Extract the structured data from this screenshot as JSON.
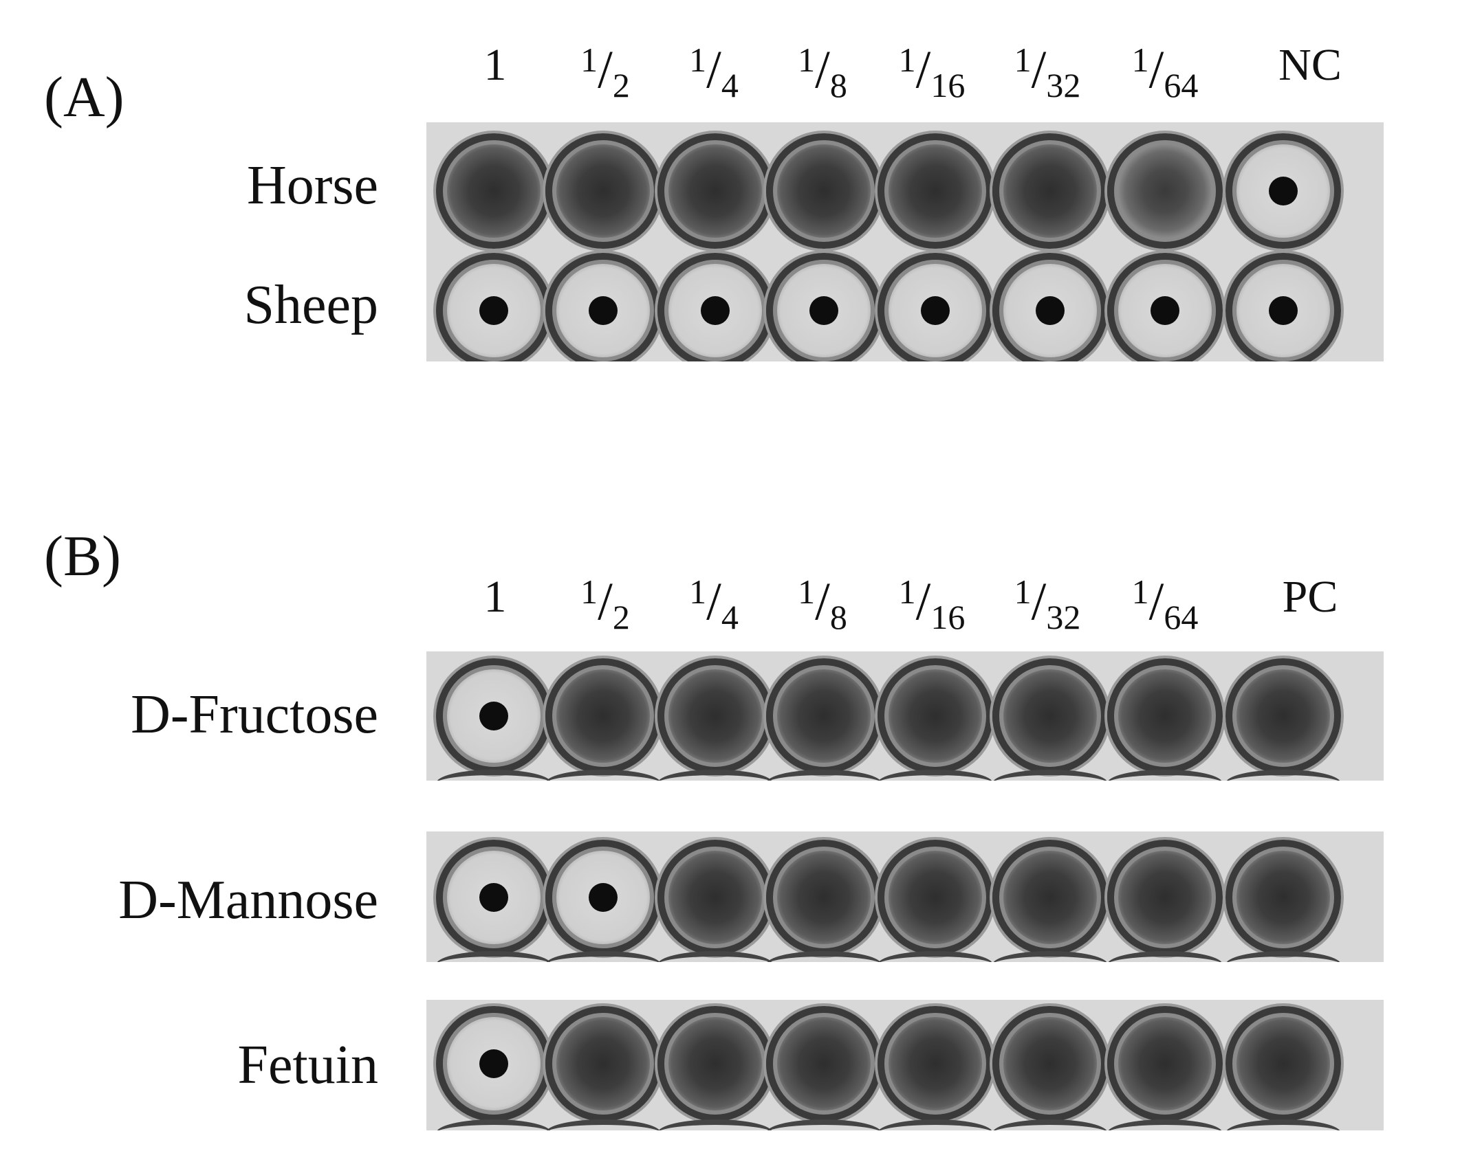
{
  "panel_a": {
    "label": "(A)",
    "columns": [
      {
        "whole": "1"
      },
      {
        "num": "1",
        "den": "2"
      },
      {
        "num": "1",
        "den": "4"
      },
      {
        "num": "1",
        "den": "8"
      },
      {
        "num": "1",
        "den": "16"
      },
      {
        "num": "1",
        "den": "32"
      },
      {
        "num": "1",
        "den": "64"
      },
      {
        "whole": "NC"
      }
    ],
    "rows": [
      {
        "label": "Horse",
        "wells": [
          "dark",
          "dark",
          "dark",
          "dark",
          "dark",
          "dark",
          "medium",
          "clear"
        ]
      },
      {
        "label": "Sheep",
        "wells": [
          "clear",
          "clear",
          "clear",
          "clear",
          "clear",
          "clear",
          "clear",
          "clear"
        ]
      }
    ]
  },
  "panel_b": {
    "label": "(B)",
    "columns": [
      {
        "whole": "1"
      },
      {
        "num": "1",
        "den": "2"
      },
      {
        "num": "1",
        "den": "4"
      },
      {
        "num": "1",
        "den": "8"
      },
      {
        "num": "1",
        "den": "16"
      },
      {
        "num": "1",
        "den": "32"
      },
      {
        "num": "1",
        "den": "64"
      },
      {
        "whole": "PC"
      }
    ],
    "rows": [
      {
        "label": "D-Fructose",
        "wells": [
          "clear",
          "dark",
          "dark",
          "dark",
          "dark",
          "dark",
          "dark",
          "dark"
        ]
      },
      {
        "label": "D-Mannose",
        "wells": [
          "clear",
          "clear",
          "dark",
          "dark",
          "dark",
          "dark",
          "dark",
          "dark"
        ]
      },
      {
        "label": "Fetuin",
        "wells": [
          "clear",
          "dark",
          "dark",
          "dark",
          "dark",
          "dark",
          "dark",
          "dark"
        ]
      }
    ]
  }
}
